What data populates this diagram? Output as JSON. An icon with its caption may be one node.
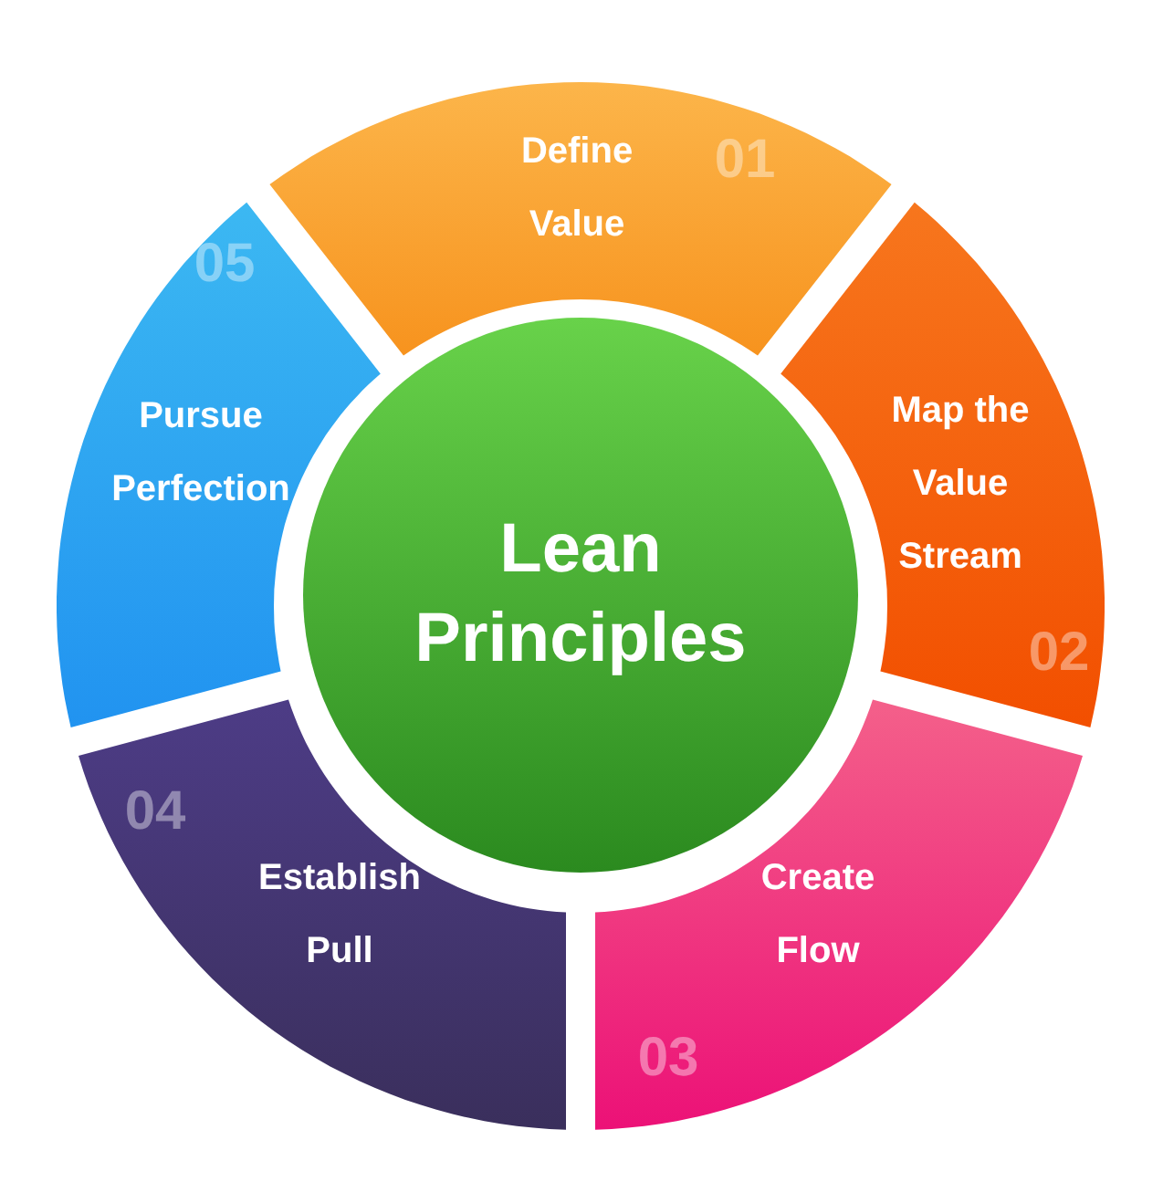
{
  "diagram": {
    "nodes": [
      {
        "text": [
          "Lean Principles"
        ]
      },
      {
        "text": [
          "Define Value",
          "01"
        ]
      },
      {
        "text": [
          "Map the Value Stream",
          "02"
        ]
      },
      {
        "text": [
          "Create Flow",
          "03"
        ]
      },
      {
        "text": [
          "Establish Pull",
          "04"
        ]
      },
      {
        "text": [
          "05",
          "Pursue Perfection"
        ]
      }
    ]
  }
}
